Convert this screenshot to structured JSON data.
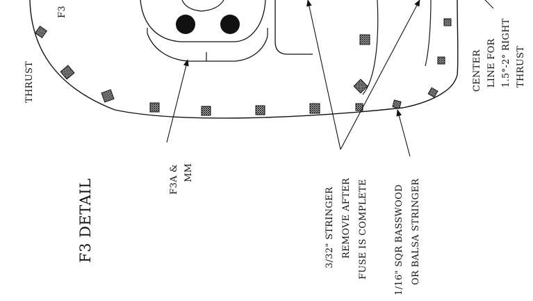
{
  "labels": {
    "f3_partial": "F3",
    "thrust_left": "THRUST",
    "f3_detail": "F3 DETAIL",
    "f3a_line1": "F3A &",
    "f3a_line2": "MM",
    "stringer_line1": "3/32\" STRINGER",
    "stringer_line2": "REMOVE AFTER",
    "stringer_line3": "FUSE IS COMPLETE",
    "basswood_line1": "1/16\" SQR BASSWOOD",
    "basswood_line2": "OR BALSA STRINGER",
    "center_line1": "CENTER",
    "center_line2": "LINE FOR",
    "center_line3": "1.5°-2° RIGHT",
    "center_line4": "THRUST"
  },
  "colors": {
    "ink": "#111111",
    "paper": "#ffffff"
  }
}
